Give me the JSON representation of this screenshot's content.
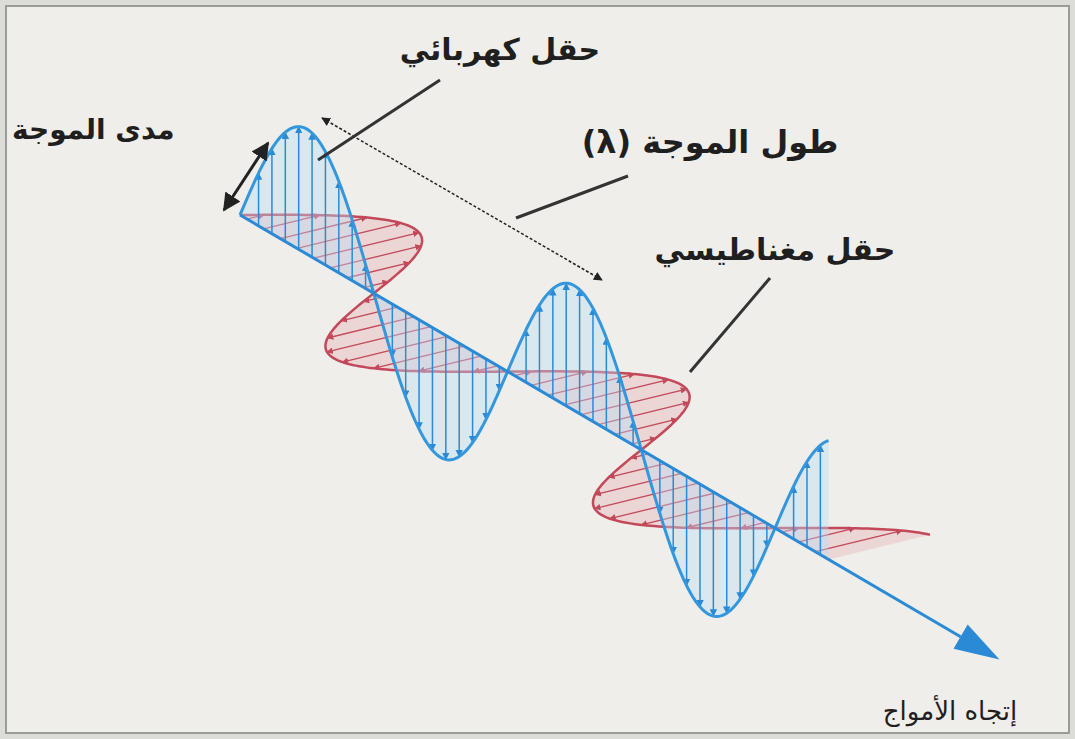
{
  "diagram": {
    "labels": [
      "حقل كهربائي",
      "مدى الموجة",
      "طول الموجة (λ)",
      "حقل مغناطيسي",
      "إتجاه الأمواج"
    ]
  }
}
